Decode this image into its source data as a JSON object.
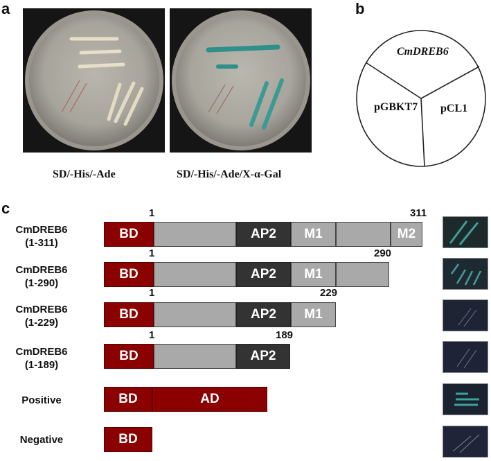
{
  "panel_a": {
    "letter": "a",
    "captions": [
      "SD/-His/-Ade",
      "SD/-His/-Ade/X-α-Gal"
    ],
    "streak_colors": [
      "#d8d2b8",
      "#2f8f8a"
    ]
  },
  "panel_b": {
    "letter": "b",
    "sectors": [
      "CmDREB6",
      "pGBKT7",
      "pCL1"
    ]
  },
  "panel_c": {
    "letter": "c",
    "rows": [
      {
        "name": "CmDREB6",
        "range": "(1-311)",
        "start": "1",
        "end": "311",
        "segments": [
          "BD",
          "",
          "AP2",
          "M1",
          "",
          "M2"
        ]
      },
      {
        "name": "CmDREB6",
        "range": "(1-290)",
        "start": "1",
        "end": "290",
        "segments": [
          "BD",
          "",
          "AP2",
          "M1"
        ]
      },
      {
        "name": "CmDREB6",
        "range": "(1-229)",
        "start": "1",
        "end": "229",
        "segments": [
          "BD",
          "",
          "AP2",
          "M1"
        ]
      },
      {
        "name": "CmDREB6",
        "range": "(1-189)",
        "start": "1",
        "end": "189",
        "segments": [
          "BD",
          "",
          "AP2"
        ]
      },
      {
        "name": "Positive",
        "segments": [
          "BD",
          "AD"
        ]
      },
      {
        "name": "Negative",
        "segments": [
          "BD"
        ]
      }
    ],
    "colors": {
      "bd": "#8b0000",
      "domain_gray": "#a9a9a9",
      "ap2": "#333333"
    }
  }
}
